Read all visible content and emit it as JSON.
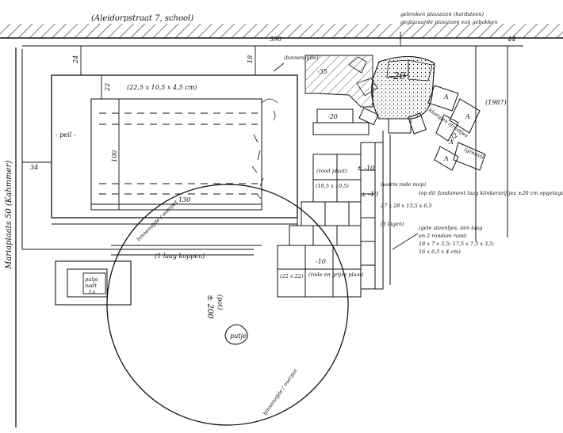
{
  "top_street": "(Aleidorpstraat 7, school)",
  "left_street": "Mariaplaats 50 (Kahmmer)",
  "dimensions": {
    "top_length": "390",
    "top_right": "44",
    "building_top_gap": "24",
    "building_gap_18": "18",
    "inner_gap": "22",
    "left_gap": "34",
    "height_100": "100",
    "dim_130": "130",
    "dim_35": "-35",
    "circle_radius": "± 200"
  },
  "labels": {
    "brick_size": "(22,5 x 10,5 x 4,5 cm)",
    "peil": "- peil -",
    "koppen": "(1 laag koppen)",
    "putje_label": "putje",
    "putje_box_line1": "putje",
    "putje_box_line2": "nadt",
    "putje_box_line3": "Lo",
    "pot": "(pot)",
    "brooks": "binnenzijde / overpot",
    "brooks_bottom": "binnenzijde / overpot",
    "binnenzijde_top": "(binnenzijde)",
    "level_minus20_top": "-20",
    "level_minus20_left": "-20",
    "level_minus10_a": "± -10",
    "level_minus10_b": "± -10",
    "level_minus10_c": "-10",
    "tile_label_1": "(rood plaat)",
    "tile_label_2": "(10,5 x 10,5)",
    "tile_label_3": "(22 x 22)",
    "tile_label_4": "(rode en grijze plaat)",
    "warm_label": "(warm rode mop)",
    "warm_size": "27 x 28 x 13,5 x 6,5",
    "warm_layers": "(3 lagen)",
    "fundament_note": "(op dit fundament laag klinkersrijtjes ±20 cm opgetegd)",
    "geel_note_1": "(gele steentjes, één laag",
    "geel_note_2": "en 2 rondom rand:",
    "geel_note_3": "18 x 7 x 3,5; 17,5 x 7,5 x 3,5;",
    "geel_note_4": "16 x 6,5 x 4 cm)",
    "top_right_note_1": "gebroken plavuizen (hardsteen)",
    "top_right_note_2": "geglazuurde plavuizen van gebakken",
    "year": "(1987)",
    "right_label_1": "klompen straatjes",
    "right_label_2": "(grenst)",
    "right_dim": "32",
    "stone_letters": [
      "A",
      "A",
      "A",
      "A"
    ]
  }
}
